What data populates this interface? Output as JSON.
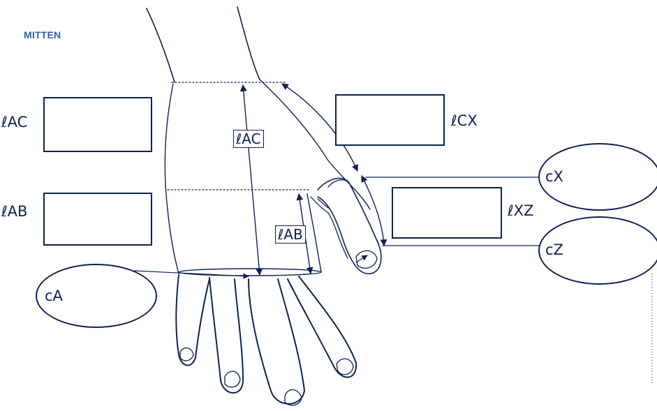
{
  "diagram": {
    "title": "MITTEN",
    "field_labels": {
      "lac": "ℓAC",
      "lab": "ℓAB",
      "ca": "cA",
      "lcx": "ℓCX",
      "lxz": "ℓXZ",
      "cx": "cX",
      "cz": "cZ"
    },
    "measure_tags": {
      "lac": "ℓAC",
      "lab": "ℓAB"
    },
    "colors": {
      "ink": "#0d2152",
      "title": "#2f5fae"
    }
  }
}
